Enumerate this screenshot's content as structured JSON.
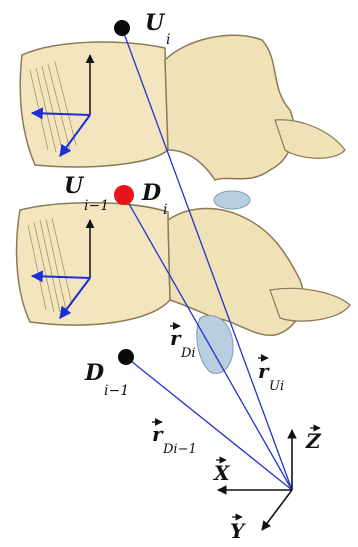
{
  "labels": {
    "u_i": {
      "main": "U",
      "sub": "i"
    },
    "u_i_minus_1": {
      "main": "U",
      "sub": "i−1"
    },
    "d_i": {
      "main": "D",
      "sub": "i"
    },
    "d_i_minus_1": {
      "main": "D",
      "sub": "i−1"
    },
    "r_di": {
      "main": "r",
      "sub": "Di"
    },
    "r_ui": {
      "main": "r",
      "sub": "Ui"
    },
    "r_di_minus_1": {
      "main": "r",
      "sub": "Di−1"
    },
    "axis_x": "X",
    "axis_y": "Y",
    "axis_z": "Z"
  },
  "colors": {
    "vector_line": "#2233cc",
    "local_frame": "#1a2fd6",
    "point_black": "#0a0a0a",
    "point_red": "#e8141c",
    "bone_fill": "#f3e6bf",
    "bone_stroke": "#8a7a55",
    "disc_fill": "#b9cfe0"
  }
}
